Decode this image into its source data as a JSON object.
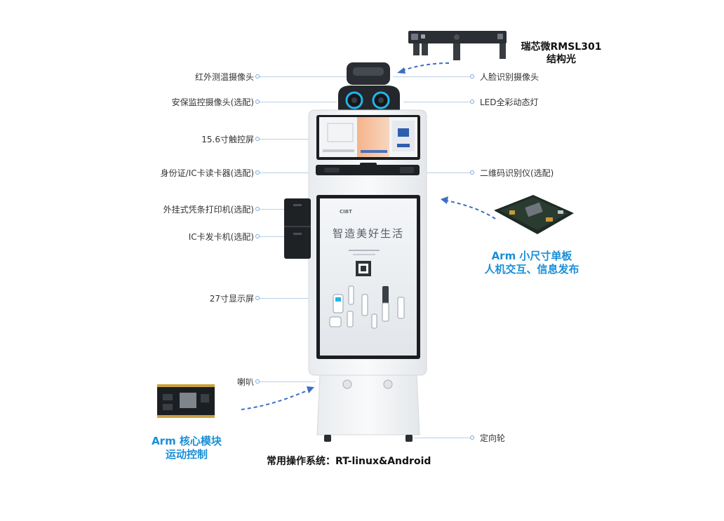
{
  "left_labels": [
    {
      "id": "infrared-camera",
      "text": "红外测温摄像头"
    },
    {
      "id": "security-camera",
      "text": "安保监控摄像头(选配)"
    },
    {
      "id": "touch-screen",
      "text": "15.6寸触控屏"
    },
    {
      "id": "id-card-reader",
      "text": "身份证/IC卡读卡器(选配)"
    },
    {
      "id": "receipt-printer",
      "text": "外挂式凭条打印机(选配)"
    },
    {
      "id": "ic-card-dispenser",
      "text": "IC卡发卡机(选配)"
    },
    {
      "id": "display-27",
      "text": "27寸显示屏"
    },
    {
      "id": "speaker",
      "text": "喇叭"
    }
  ],
  "right_labels": [
    {
      "id": "face-camera",
      "text": "人脸识别摄像头"
    },
    {
      "id": "led-light",
      "text": "LED全彩动态灯"
    },
    {
      "id": "qr-scanner",
      "text": "二维码识别仪(选配)"
    },
    {
      "id": "caster",
      "text": "定向轮"
    }
  ],
  "notes": {
    "rmsl_line1": "瑞芯微RMSL301",
    "rmsl_line2": "结构光",
    "arm_board_line1": "Arm 小尺寸单板",
    "arm_board_line2": "人机交互、信息发布",
    "arm_core_line1": "Arm 核心模块",
    "arm_core_line2": "运动控制",
    "os": "常用操作系统：RT-linux&Android"
  },
  "screen": {
    "slogan": "智造美好生活",
    "brand": "CIBT"
  },
  "colors": {
    "accent_blue": "#1a8fd6",
    "arrow_blue": "#3b6fc4",
    "ring_cyan": "#22b5e8",
    "leader": "#b9cfe6"
  }
}
